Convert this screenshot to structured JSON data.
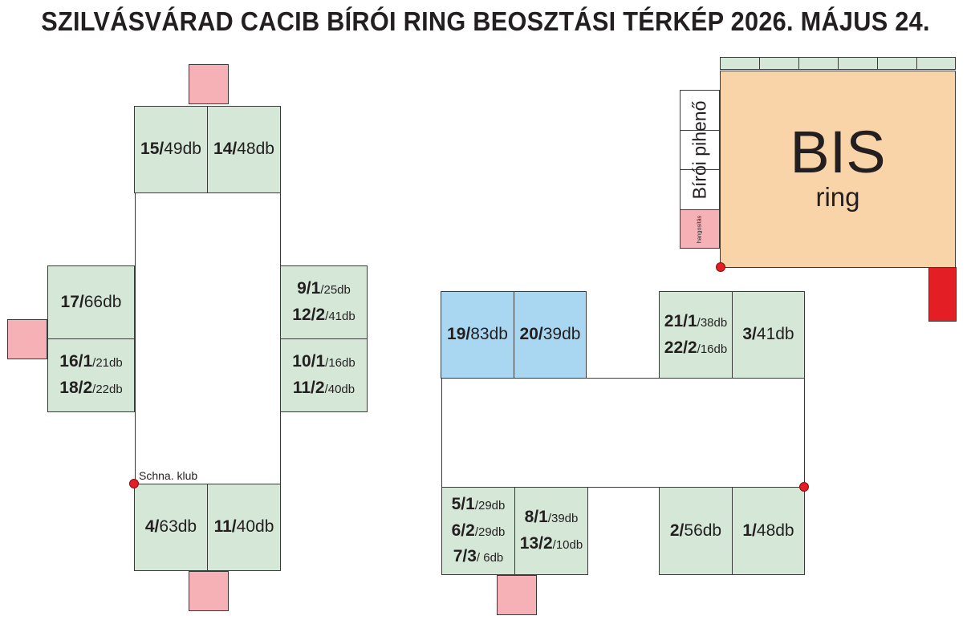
{
  "title": "SZILVÁSVÁRAD CACIB BÍRÓI RING BEOSZTÁSI TÉRKÉP 2026. MÁJUS 24.",
  "club_label": "Schna. klub",
  "bis": {
    "main": "BIS",
    "sub": "ring"
  },
  "judges_rest": "Bírói pihenő",
  "sound": "hangosítás",
  "colors": {
    "ring_green": "#d5e8d8",
    "ring_blue": "#a9d7f2",
    "bis_orange": "#f9d4a8",
    "entrance_pink": "#f5b1b5",
    "marker_red": "#e31e24"
  },
  "rings": {
    "r15": [
      {
        "num": "15/",
        "cnt": "49db"
      }
    ],
    "r14": [
      {
        "num": "14/",
        "cnt": "48db"
      }
    ],
    "r17": [
      {
        "num": "17/",
        "cnt": "66db"
      }
    ],
    "r16_18": [
      {
        "num": "16/1",
        "cnt": "/21db"
      },
      {
        "num": "18/2",
        "cnt": "/22db"
      }
    ],
    "r9_12": [
      {
        "num": "9/1",
        "cnt": "/25db"
      },
      {
        "num": "12/2",
        "cnt": "/41db"
      }
    ],
    "r10_11": [
      {
        "num": "10/1",
        "cnt": "/16db"
      },
      {
        "num": "11/2",
        "cnt": "/40db"
      }
    ],
    "r4": [
      {
        "num": "4/",
        "cnt": "63db"
      }
    ],
    "r11b": [
      {
        "num": "11/",
        "cnt": "40db"
      }
    ],
    "r19": [
      {
        "num": "19/",
        "cnt": "83db"
      }
    ],
    "r20": [
      {
        "num": "20/",
        "cnt": "39db"
      }
    ],
    "r21_22": [
      {
        "num": "21/1",
        "cnt": "/38db"
      },
      {
        "num": "22/2",
        "cnt": "/16db"
      }
    ],
    "r3": [
      {
        "num": "3/",
        "cnt": "41db"
      }
    ],
    "r5_6_7": [
      {
        "num": "5/1",
        "cnt": "/29db"
      },
      {
        "num": "6/2",
        "cnt": "/29db"
      },
      {
        "num": "7/3",
        "cnt": "/ 6db"
      }
    ],
    "r8_13": [
      {
        "num": "8/1",
        "cnt": "/39db"
      },
      {
        "num": "13/2",
        "cnt": "/10db"
      }
    ],
    "r2": [
      {
        "num": "2/",
        "cnt": "56db"
      }
    ],
    "r1": [
      {
        "num": "1/",
        "cnt": "48db"
      }
    ]
  }
}
